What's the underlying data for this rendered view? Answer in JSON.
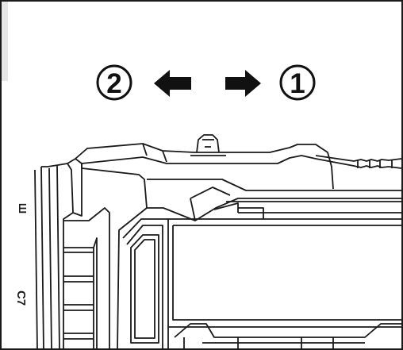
{
  "callouts": {
    "left": {
      "number": "2",
      "direction": "left"
    },
    "right": {
      "number": "1",
      "direction": "right"
    }
  },
  "side_marks": {
    "upper": "Ш",
    "lower": "C7"
  },
  "colors": {
    "line": "#1a1a1a",
    "paper": "#ffffff",
    "tab": "#e6e6e6",
    "arrow": "#111111"
  }
}
